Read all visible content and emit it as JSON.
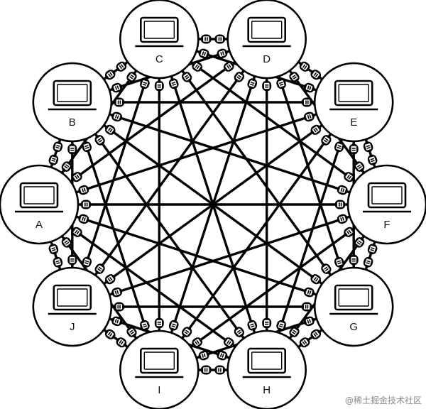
{
  "nodes": [
    {
      "id": "A",
      "label": "A"
    },
    {
      "id": "B",
      "label": "B"
    },
    {
      "id": "C",
      "label": "C"
    },
    {
      "id": "D",
      "label": "D"
    },
    {
      "id": "E",
      "label": "E"
    },
    {
      "id": "F",
      "label": "F"
    },
    {
      "id": "G",
      "label": "G"
    },
    {
      "id": "H",
      "label": "H"
    },
    {
      "id": "I",
      "label": "I"
    },
    {
      "id": "J",
      "label": "J"
    }
  ],
  "topology": "full-mesh",
  "node_icon": "laptop-icon",
  "connector_icon": "network-plug-icon",
  "watermark": {
    "text": "@稀土掘金技术社区"
  }
}
